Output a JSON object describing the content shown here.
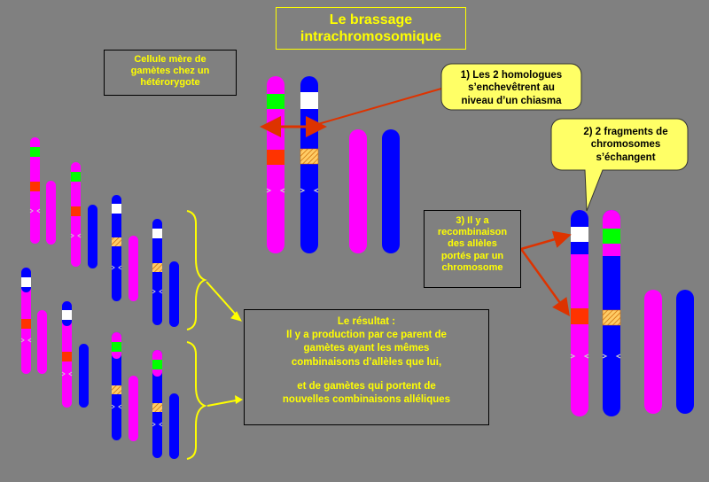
{
  "title": {
    "line1": "Le brassage",
    "line2": "intrachromosomique"
  },
  "cell_label": {
    "line1": "Cellule mère de",
    "line2": "gamètes chez un",
    "line3": "hétérorygote"
  },
  "callout1": {
    "line1": "1) Les 2 homologues",
    "line2": "s’enchevêtrent au",
    "line3": "niveau d’un chiasma"
  },
  "callout2": {
    "line1": "2) 2 fragments de",
    "line2": "chromosomes",
    "line3": "s’échangent"
  },
  "callout3": {
    "line1": "3) Il y a",
    "line2": "recombinaison",
    "line3": "des allèles",
    "line4": "portés par un",
    "line5": "chromosome"
  },
  "result": {
    "line1": "Le résultat :",
    "line2": "Il y a production par ce parent de",
    "line3": "gamètes ayant les mêmes",
    "line4": "combinaisons d’allèles que lui,",
    "line5": "et de gamètes qui portent de",
    "line6": "nouvelles combinaisons alléliques"
  },
  "colors": {
    "background": "#808080",
    "magenta_chromosome": "#ff00ff",
    "blue_chromosome": "#0000ff",
    "allele_green": "#00ff00",
    "allele_white": "#ffffff",
    "allele_red": "#ff3300",
    "allele_hatched": "#ffcc66",
    "callout_fill": "#ffff66",
    "label_text": "#ffff00",
    "arrow": "#dd3300"
  }
}
